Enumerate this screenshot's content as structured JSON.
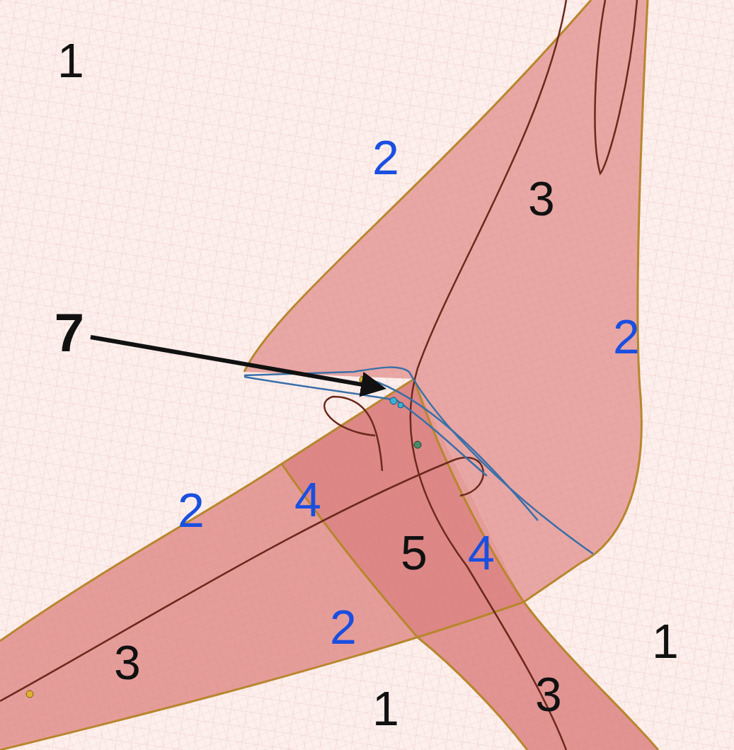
{
  "diagram": {
    "labels": [
      "1",
      "2",
      "3",
      "7",
      "2",
      "2",
      "4",
      "5",
      "4",
      "2",
      "3",
      "1",
      "1",
      "3"
    ]
  }
}
